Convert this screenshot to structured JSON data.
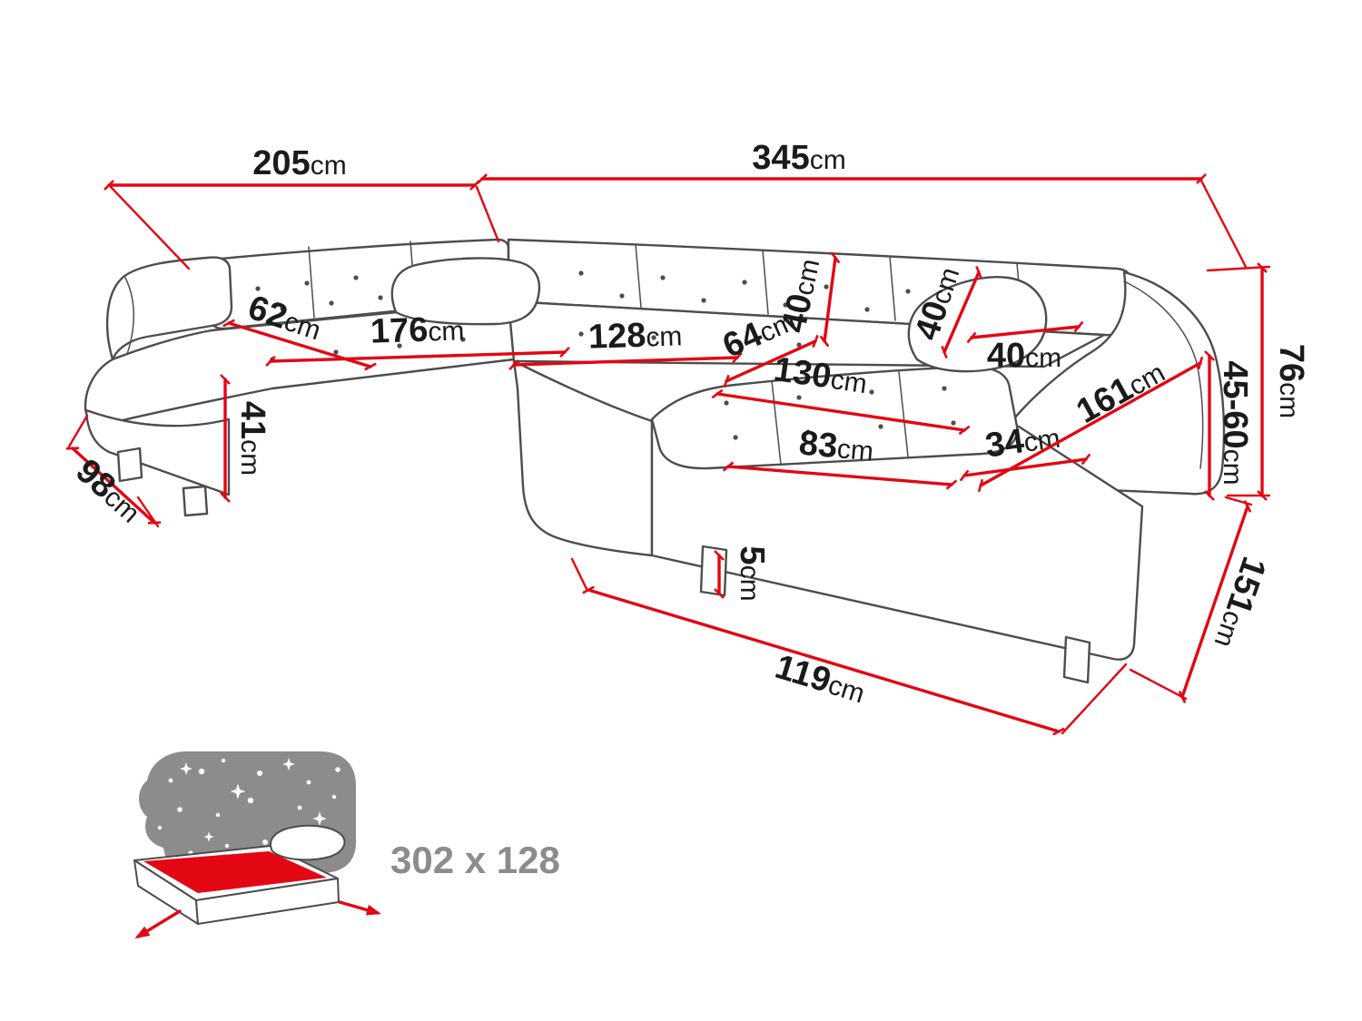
{
  "diagram": {
    "colors": {
      "dimension_red": "#e30613",
      "outline_gray": "#4d4d4d",
      "label_black": "#1b1b1b",
      "icon_gray": "#8c8c8c"
    },
    "dimensions": {
      "width_left": {
        "value": "205",
        "unit": "cm"
      },
      "width_right": {
        "value": "345",
        "unit": "cm"
      },
      "seat_depth_left": {
        "value": "62",
        "unit": "cm"
      },
      "seat_length_left": {
        "value": "176",
        "unit": "cm"
      },
      "seat_length_mid": {
        "value": "128",
        "unit": "cm"
      },
      "seat_depth_mid": {
        "value": "64",
        "unit": "cm"
      },
      "back_cushion": {
        "value": "40",
        "unit": "cm"
      },
      "pillow_height": {
        "value": "40",
        "unit": "cm"
      },
      "pillow_width": {
        "value": "40",
        "unit": "cm"
      },
      "chaise_length": {
        "value": "130",
        "unit": "cm"
      },
      "chaise_width": {
        "value": "83",
        "unit": "cm"
      },
      "armrest_width": {
        "value": "34",
        "unit": "cm"
      },
      "armrest_length": {
        "value": "161",
        "unit": "cm"
      },
      "seat_height": {
        "value": "41",
        "unit": "cm"
      },
      "depth_left": {
        "value": "98",
        "unit": "cm"
      },
      "overall_height": {
        "value": "76",
        "unit": "cm"
      },
      "armrest_height": {
        "value": "45-60",
        "unit": "cm"
      },
      "depth_right": {
        "value": "151",
        "unit": "cm"
      },
      "front_length": {
        "value": "119",
        "unit": "cm"
      },
      "leg_height": {
        "value": "5",
        "unit": "cm"
      }
    },
    "sleeping_function": {
      "label": "302 x 128"
    }
  }
}
